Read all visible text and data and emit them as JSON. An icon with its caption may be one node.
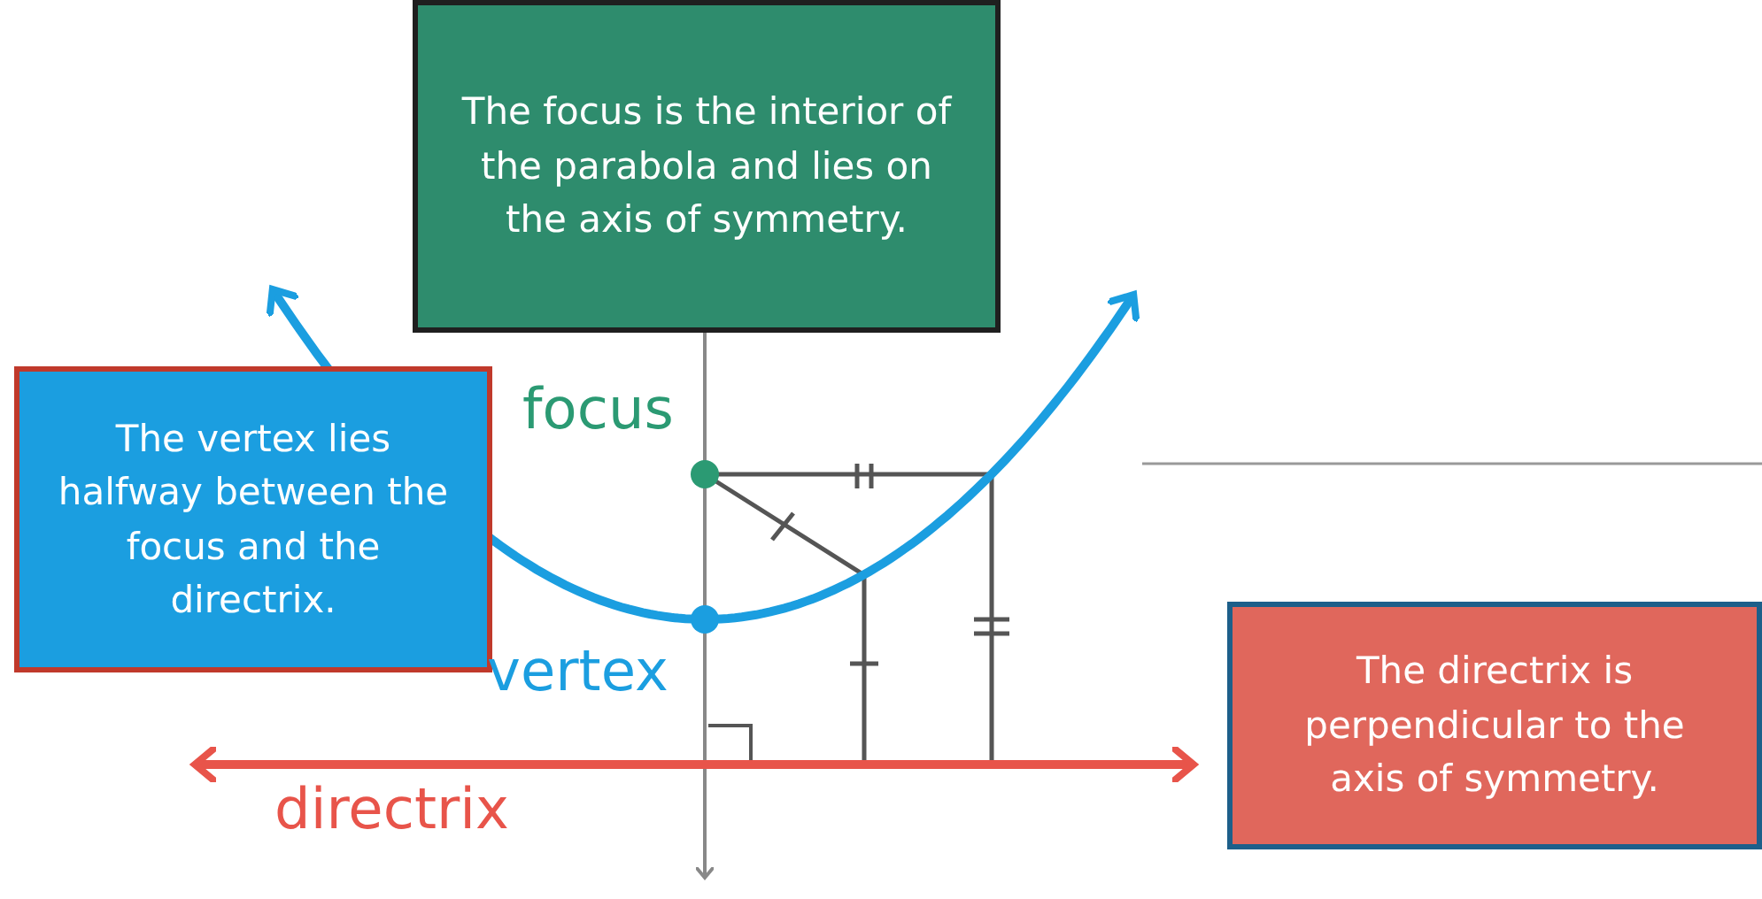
{
  "diagram": {
    "nodes": [
      {
        "text": [
          "The focus is the interior of the parabola and lies on the axis of symmetry."
        ]
      },
      {
        "text": [
          "The vertex lies halfway between the focus and the directrix."
        ]
      },
      {
        "text": [
          "The directrix is perpendicular to the axis of symmetry."
        ]
      }
    ],
    "labels": [
      "focus",
      "vertex",
      "directrix"
    ]
  }
}
